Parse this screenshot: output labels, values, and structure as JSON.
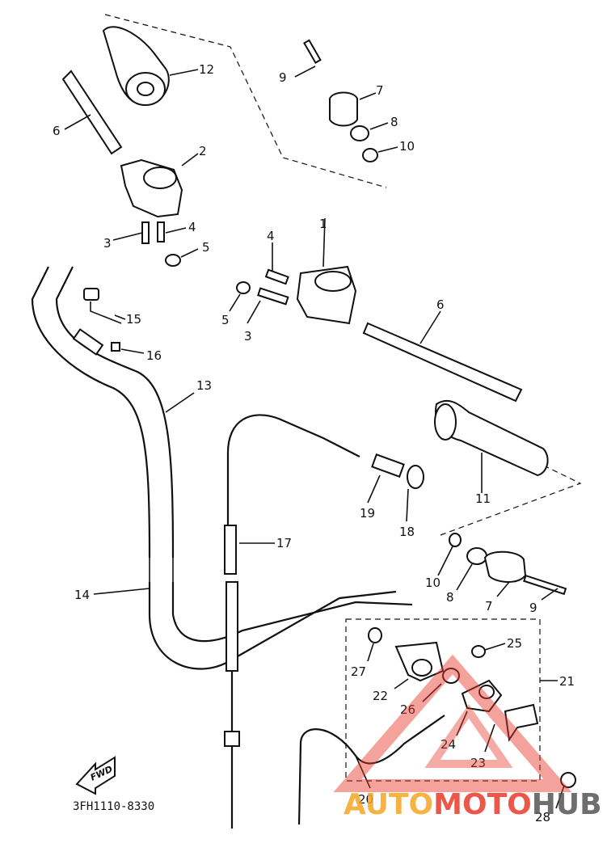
{
  "diagram": {
    "reference_code": "3FH1110-8330",
    "direction_label": "FWD",
    "callouts": [
      "1",
      "2",
      "3",
      "3",
      "4",
      "4",
      "5",
      "5",
      "6",
      "6",
      "7",
      "7",
      "8",
      "8",
      "9",
      "9",
      "10",
      "10",
      "11",
      "12",
      "13",
      "14",
      "15",
      "16",
      "17",
      "18",
      "19",
      "20",
      "21",
      "22",
      "23",
      "24",
      "25",
      "26",
      "27",
      "28"
    ]
  },
  "watermark": {
    "part1": "AUTO",
    "part2": "MOTO",
    "part3": "HUB",
    "color1": "#f5a623",
    "color2": "#e83b2b",
    "color3": "#555555"
  }
}
